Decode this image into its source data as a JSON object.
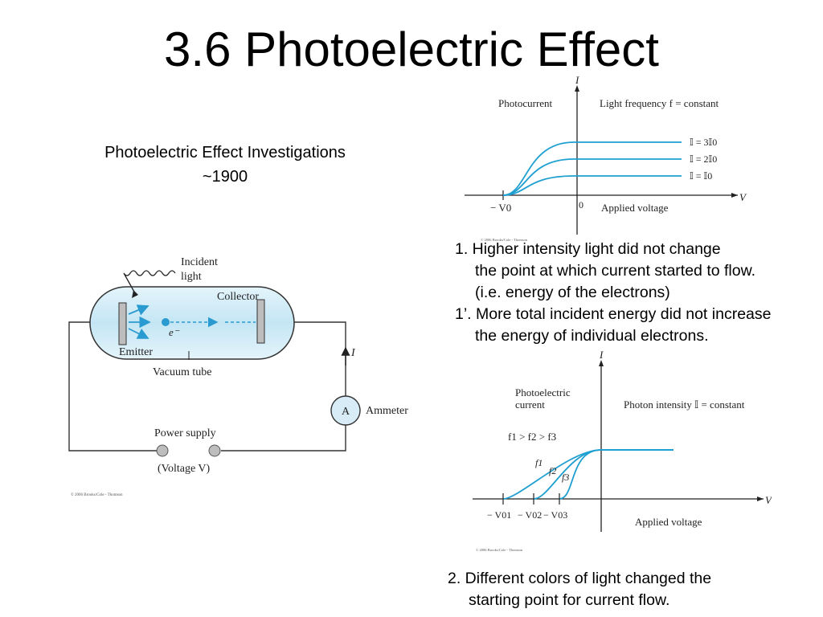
{
  "slide": {
    "title": "3.6 Photoelectric Effect",
    "investigations_line1": "Photoelectric Effect Investigations",
    "investigations_line2": "~1900"
  },
  "notes": {
    "intensity_1": "1. Higher intensity light did not change",
    "intensity_2": "the point at which current started to flow.",
    "intensity_3": "(i.e. energy of the electrons)",
    "energy_1": "1’. More total incident energy did not increase",
    "energy_2": "the energy of individual electrons.",
    "colors_1": "2. Different colors of light changed the",
    "colors_2": "starting point for current flow."
  },
  "apparatus": {
    "incident_light": "Incident",
    "incident_light_2": "light",
    "collector": "Collector",
    "emitter": "Emitter",
    "electron": "e⁻",
    "vacuum_tube": "Vacuum tube",
    "current": "I",
    "ammeter_symbol": "A",
    "ammeter": "Ammeter",
    "power_supply": "Power supply",
    "voltage": "(Voltage V)",
    "copyright": "© 2006 Brooks/Cole - Thomson",
    "colors": {
      "tube": "#cfe9f5",
      "arrow": "#2a9bd0",
      "wire": "#333333"
    }
  },
  "graph_intensity": {
    "axis_i": "I",
    "axis_v": "V",
    "ylabel": "Photocurrent",
    "condition": "Light frequency f = constant",
    "stop_label": "− V0",
    "zero_label": "0",
    "xlabel": "Applied voltage",
    "copyright": "© 2006 Brooks/Cole - Thomson",
    "curve_color": "#1e9fd0",
    "curves": [
      {
        "label": "𝕀 = 3𝕀0",
        "level": 3
      },
      {
        "label": "𝕀 = 2𝕀0",
        "level": 2
      },
      {
        "label": "𝕀 = 𝕀0",
        "level": 1
      }
    ]
  },
  "graph_frequency": {
    "axis_i": "I",
    "axis_v": "V",
    "ylabel_1": "Photoelectric",
    "ylabel_2": "current",
    "condition": "Photon intensity 𝕀 = constant",
    "order": "f1 > f2 > f3",
    "xlabel": "Applied voltage",
    "copyright": "© 2006 Brooks/Cole - Thomson",
    "curve_color": "#1e9fd0",
    "curves": [
      {
        "label": "f1",
        "stop_label": "− V01"
      },
      {
        "label": "f2",
        "stop_label": "− V02"
      },
      {
        "label": "f3",
        "stop_label": "− V03"
      }
    ]
  }
}
